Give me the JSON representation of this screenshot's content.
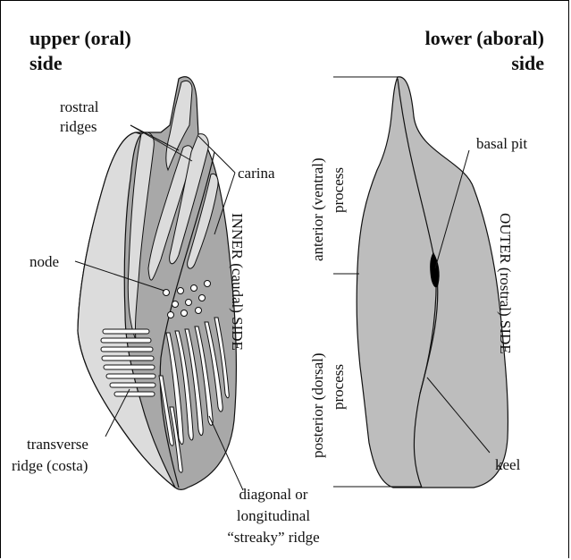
{
  "headings": {
    "upper_line1": "upper (oral)",
    "upper_line2": "side",
    "lower_line1": "lower (aboral)",
    "lower_line2": "side"
  },
  "labels": {
    "rostral_1": "rostral",
    "rostral_2": "ridges",
    "carina": "carina",
    "node": "node",
    "inner_side": "INNER (caudal) SIDE",
    "transverse_1": "transverse",
    "transverse_2": "ridge (costa)",
    "diagonal_1": "diagonal or",
    "diagonal_2": "longitudinal",
    "diagonal_3": "“streaky” ridge",
    "basal_pit": "basal pit",
    "anterior_1": "anterior (ventral)",
    "anterior_2": "process",
    "posterior_1": "posterior (dorsal)",
    "posterior_2": "process",
    "outer_side": "OUTER (rostral) SIDE",
    "keel": "keel"
  },
  "colors": {
    "dark_fill": "#a8a8a8",
    "light_fill": "#dcdcdc",
    "lower_fill": "#bdbdbd",
    "line": "#111111"
  }
}
